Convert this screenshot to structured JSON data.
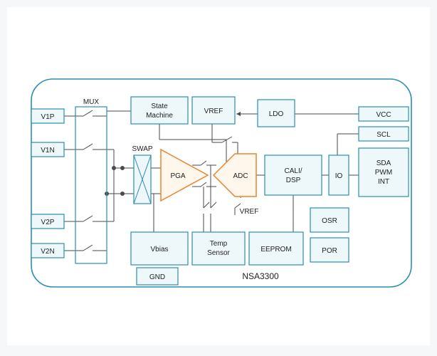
{
  "colors": {
    "background": "#f6f7f8",
    "panel": "#ffffff",
    "outline": "#2a8fb0",
    "box_stroke": "#2a8fb0",
    "box_fill": "#eef7f9",
    "wire": "#4a4a4a",
    "amp": "#e8852e",
    "text": "#222222"
  },
  "diagram": {
    "chip_label": "NSA3300",
    "mux_label": "MUX",
    "swap_label": "SWAP",
    "pins_left": {
      "v1p": "V1P",
      "v1n": "V1N",
      "v2p": "V2P",
      "v2n": "V2N"
    },
    "pins_right": {
      "vcc": "VCC",
      "scl": "SCL",
      "sda": [
        "SDA",
        "PWM",
        "INT"
      ]
    },
    "state_machine": [
      "State",
      "Machine"
    ],
    "vref": "VREF",
    "ldo": "LDO",
    "pga": "PGA",
    "adc": "ADC",
    "cali": [
      "CALI/",
      "DSP"
    ],
    "io": "IO",
    "vbias": "Vbias",
    "temp_sensor": [
      "Temp",
      "Sensor"
    ],
    "eeprom": "EEPROM",
    "osr": "OSR",
    "por": "POR",
    "gnd": "GND",
    "vref_switch_label": "VREF"
  }
}
